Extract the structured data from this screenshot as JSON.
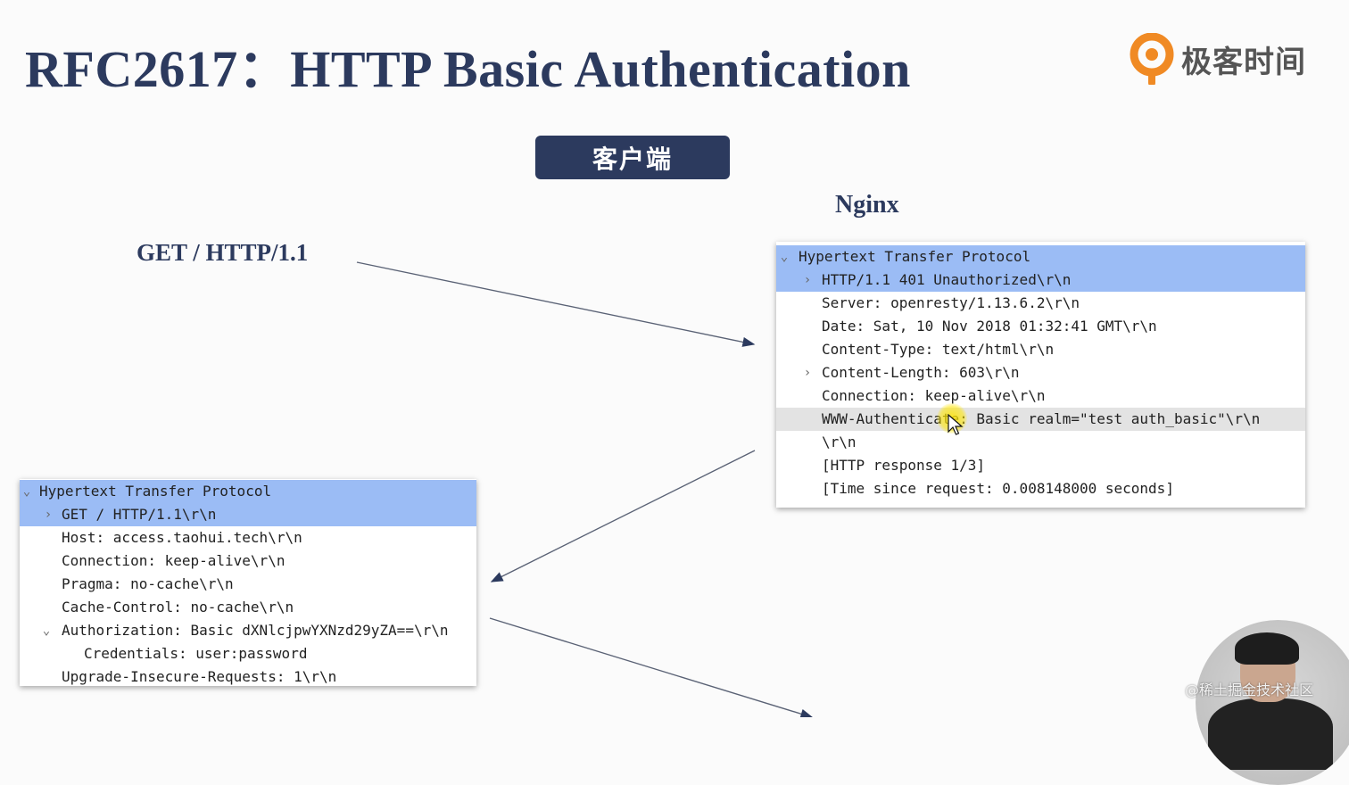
{
  "slide": {
    "title": "RFC2617：HTTP Basic Authentication",
    "logo_text": "极客时间",
    "client_label": "客户端",
    "server_label": "Nginx",
    "request_line": "GET / HTTP/1.1"
  },
  "response_panel": {
    "rows": [
      {
        "toggle": "⌄",
        "text": "Hypertext Transfer Protocol"
      },
      {
        "toggle": "›",
        "text": "HTTP/1.1 401 Unauthorized\\r\\n"
      },
      {
        "toggle": "",
        "text": "Server: openresty/1.13.6.2\\r\\n"
      },
      {
        "toggle": "",
        "text": "Date: Sat, 10 Nov 2018 01:32:41 GMT\\r\\n"
      },
      {
        "toggle": "",
        "text": "Content-Type: text/html\\r\\n"
      },
      {
        "toggle": "›",
        "text": "Content-Length: 603\\r\\n"
      },
      {
        "toggle": "",
        "text": "Connection: keep-alive\\r\\n"
      },
      {
        "toggle": "",
        "text": "WWW-Authenticate: Basic realm=\"test auth_basic\"\\r\\n"
      },
      {
        "toggle": "",
        "text": "\\r\\n"
      },
      {
        "toggle": "",
        "text": "[HTTP response 1/3]"
      },
      {
        "toggle": "",
        "text": "[Time since request: 0.008148000 seconds]"
      }
    ]
  },
  "request_panel": {
    "rows": [
      {
        "toggle": "⌄",
        "text": "Hypertext Transfer Protocol"
      },
      {
        "toggle": "›",
        "text": "GET / HTTP/1.1\\r\\n"
      },
      {
        "toggle": "",
        "text": "Host: access.taohui.tech\\r\\n"
      },
      {
        "toggle": "",
        "text": "Connection: keep-alive\\r\\n"
      },
      {
        "toggle": "",
        "text": "Pragma: no-cache\\r\\n"
      },
      {
        "toggle": "",
        "text": "Cache-Control: no-cache\\r\\n"
      },
      {
        "toggle": "⌄",
        "text": "Authorization: Basic dXNlcjpwYXNzd29yZA==\\r\\n"
      },
      {
        "toggle": "",
        "text": "Credentials: user:password"
      },
      {
        "toggle": "",
        "text": "Upgrade-Insecure-Requests: 1\\r\\n"
      }
    ]
  },
  "watermark": "@稀土掘金技术社区",
  "colors": {
    "title": "#2c3a5e",
    "selection": "#9bbcf5",
    "logo_orange": "#f08a24"
  }
}
